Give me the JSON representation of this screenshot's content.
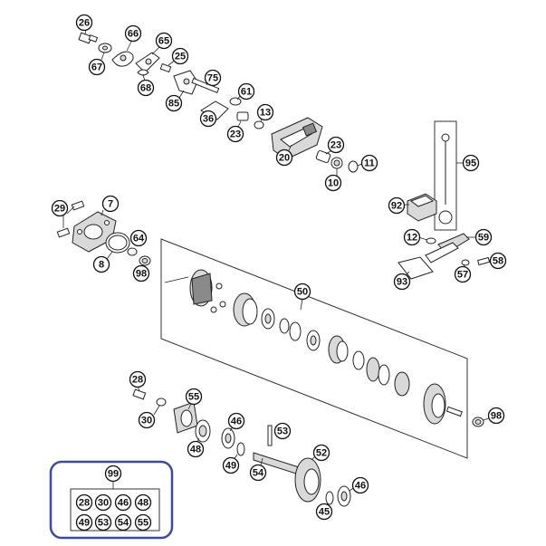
{
  "diagram": {
    "callouts": [
      {
        "id": "c26a",
        "label": "26"
      },
      {
        "id": "c66",
        "label": "66"
      },
      {
        "id": "c65",
        "label": "65"
      },
      {
        "id": "c67",
        "label": "67"
      },
      {
        "id": "c25",
        "label": "25"
      },
      {
        "id": "c68",
        "label": "68"
      },
      {
        "id": "c75",
        "label": "75"
      },
      {
        "id": "c85",
        "label": "85"
      },
      {
        "id": "c61",
        "label": "61"
      },
      {
        "id": "c36",
        "label": "36"
      },
      {
        "id": "c13",
        "label": "13"
      },
      {
        "id": "c23a",
        "label": "23"
      },
      {
        "id": "c20",
        "label": "20"
      },
      {
        "id": "c23b",
        "label": "23"
      },
      {
        "id": "c11",
        "label": "11"
      },
      {
        "id": "c10",
        "label": "10"
      },
      {
        "id": "c95",
        "label": "95"
      },
      {
        "id": "c29",
        "label": "29"
      },
      {
        "id": "c7",
        "label": "7"
      },
      {
        "id": "c92",
        "label": "92"
      },
      {
        "id": "c64",
        "label": "64"
      },
      {
        "id": "c8",
        "label": "8"
      },
      {
        "id": "c98a",
        "label": "98"
      },
      {
        "id": "c12",
        "label": "12"
      },
      {
        "id": "c59",
        "label": "59"
      },
      {
        "id": "c58",
        "label": "58"
      },
      {
        "id": "c57",
        "label": "57"
      },
      {
        "id": "c93",
        "label": "93"
      },
      {
        "id": "c50",
        "label": "50"
      },
      {
        "id": "c28",
        "label": "28"
      },
      {
        "id": "c55",
        "label": "55"
      },
      {
        "id": "c30",
        "label": "30"
      },
      {
        "id": "c46a",
        "label": "46"
      },
      {
        "id": "c53",
        "label": "53"
      },
      {
        "id": "c48",
        "label": "48"
      },
      {
        "id": "c98b",
        "label": "98"
      },
      {
        "id": "c52",
        "label": "52"
      },
      {
        "id": "c49",
        "label": "49"
      },
      {
        "id": "c54",
        "label": "54"
      },
      {
        "id": "c46b",
        "label": "46"
      },
      {
        "id": "c45",
        "label": "45"
      },
      {
        "id": "c99",
        "label": "99"
      }
    ],
    "kit": {
      "items": [
        "28",
        "30",
        "46",
        "48",
        "49",
        "53",
        "54",
        "55"
      ]
    }
  }
}
